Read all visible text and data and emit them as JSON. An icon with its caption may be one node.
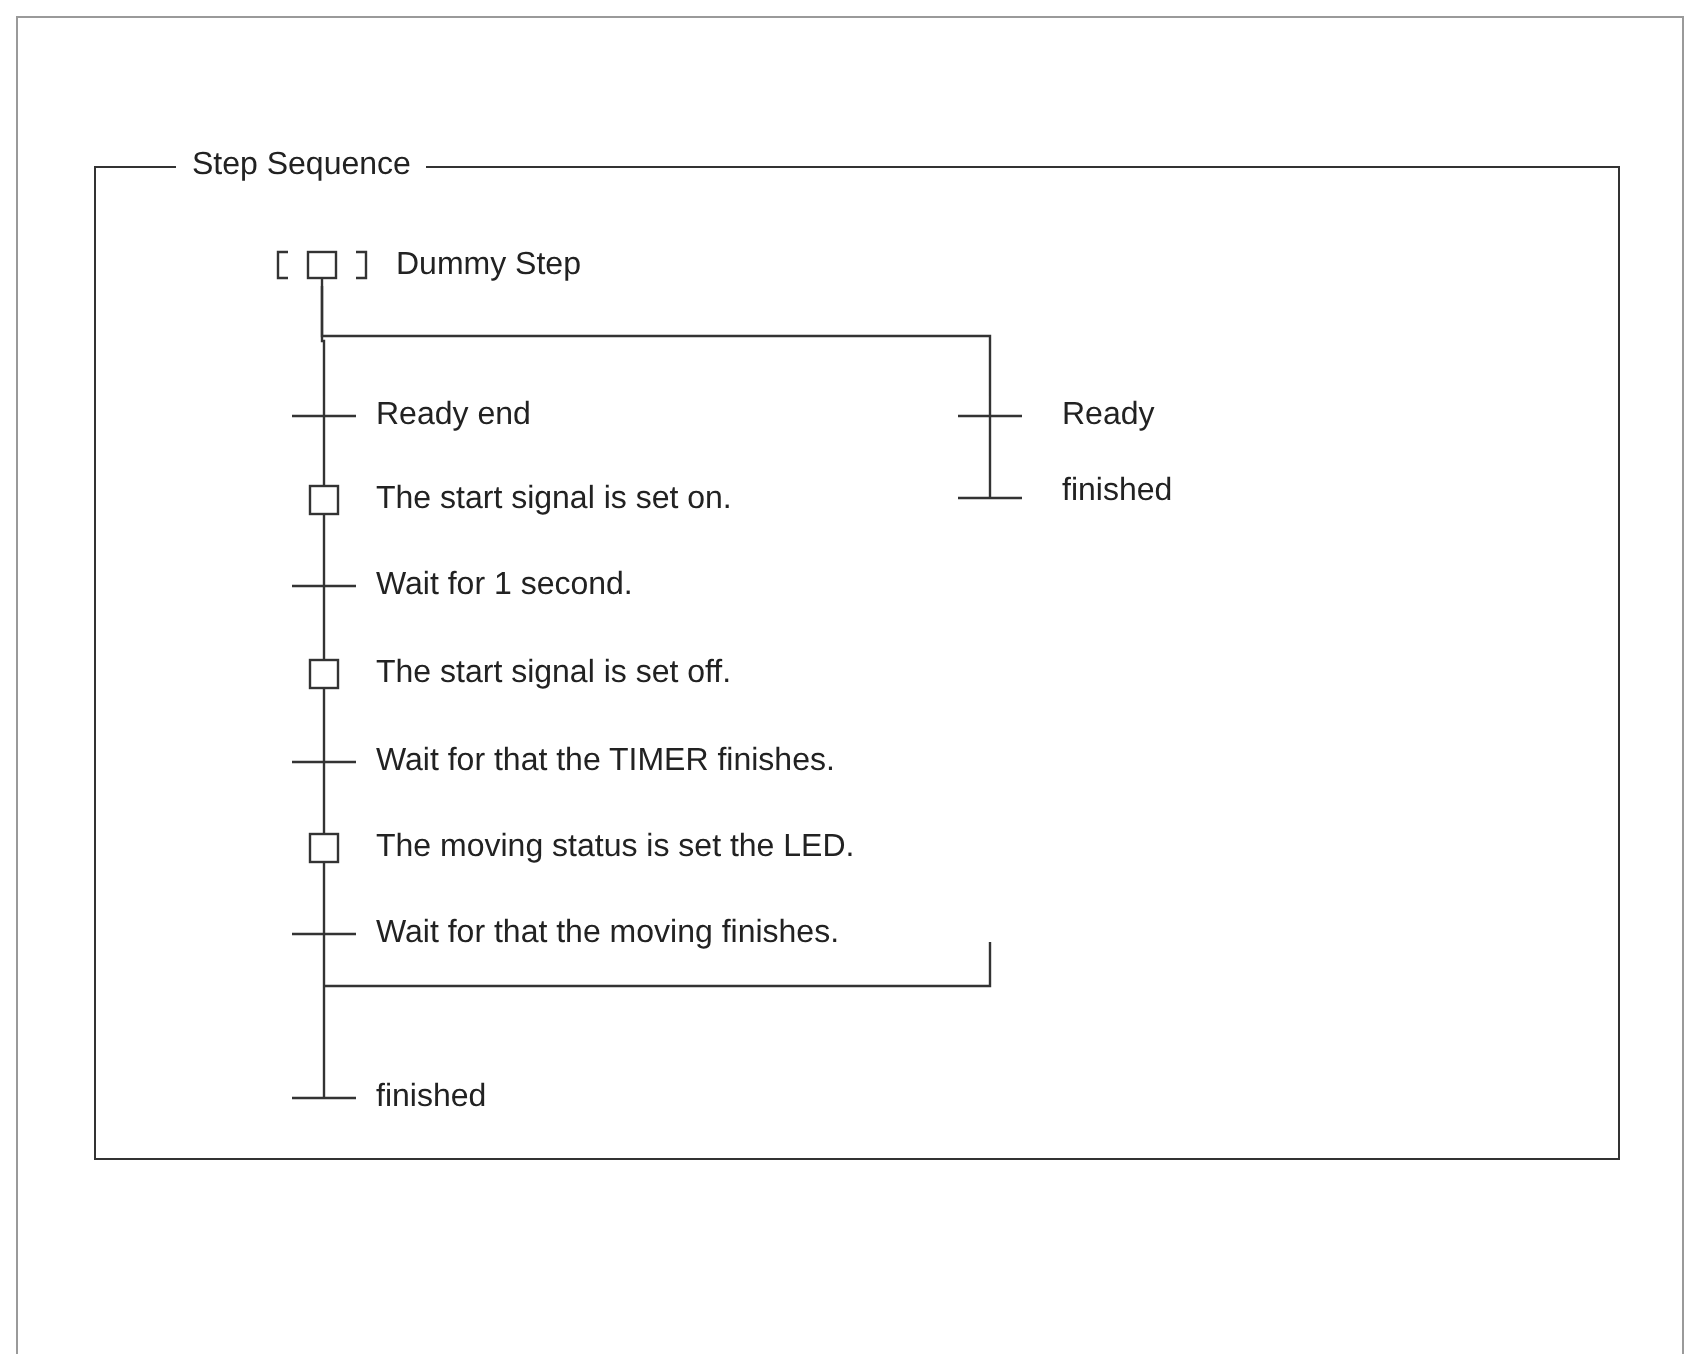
{
  "diagram": {
    "nodes": [
      {
        "text": [
          "Step Sequence"
        ]
      },
      {
        "text": [
          "Dummy Step"
        ],
        "in": 0
      },
      {
        "text": [
          "Ready end"
        ],
        "in": 0
      },
      {
        "text": [
          "The start signal is set on."
        ],
        "in": 0
      },
      {
        "text": [
          "Wait for 1 second."
        ],
        "in": 0
      },
      {
        "text": [
          "The start signal is set off."
        ],
        "in": 0
      },
      {
        "text": [
          "Wait for that the TIMER finishes."
        ],
        "in": 0
      },
      {
        "text": [
          "The moving status is set the LED."
        ],
        "in": 0
      },
      {
        "text": [
          "Wait for that the moving finishes."
        ],
        "in": 0
      },
      {
        "text": [
          "finished"
        ],
        "in": 0
      },
      {
        "text": [
          "Ready"
        ],
        "in": 0
      },
      {
        "text": [
          "finished"
        ],
        "in": 0
      }
    ],
    "edges": [
      {
        "from": 1,
        "to": 2,
        "arrow": "none"
      },
      {
        "from": 1,
        "to": 10,
        "arrow": "none"
      },
      {
        "from": 2,
        "to": 3,
        "arrow": "none"
      },
      {
        "from": 3,
        "to": 4,
        "arrow": "none"
      },
      {
        "from": 4,
        "to": 5,
        "arrow": "none"
      },
      {
        "from": 5,
        "to": 6,
        "arrow": "none"
      },
      {
        "from": 6,
        "to": 7,
        "arrow": "none"
      },
      {
        "from": 7,
        "to": 8,
        "arrow": "none"
      },
      {
        "from": 8,
        "to": 9,
        "arrow": "none"
      },
      {
        "from": 10,
        "to": 11,
        "arrow": "none"
      }
    ]
  }
}
